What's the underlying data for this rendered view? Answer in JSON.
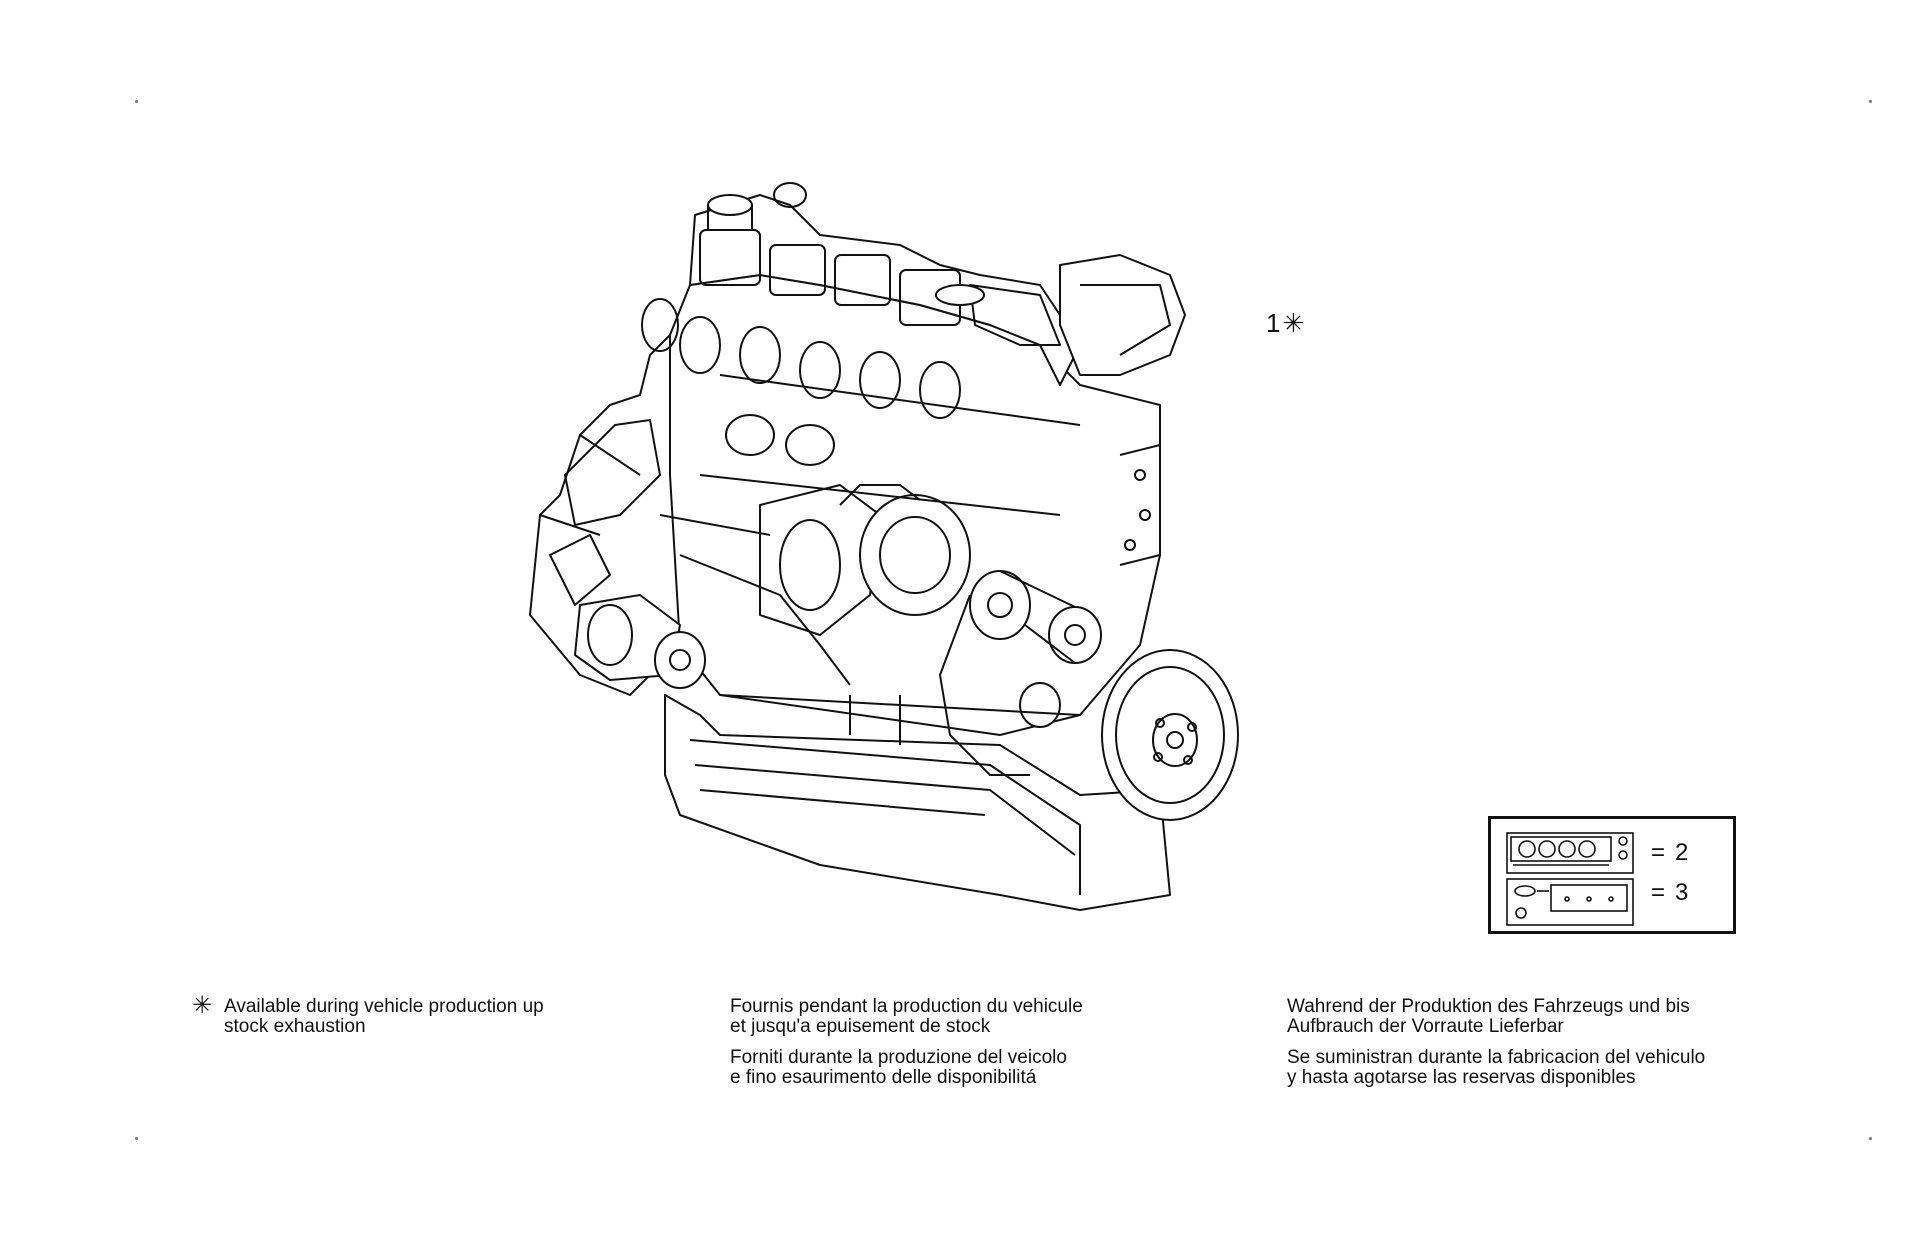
{
  "callout": {
    "number": "1",
    "mark": "✳"
  },
  "kit_legend": {
    "rows": [
      {
        "symbol": "head-gasket-kit-icon",
        "equals": "=",
        "value": "2"
      },
      {
        "symbol": "gasket-set-icon",
        "equals": "=",
        "value": "3"
      }
    ]
  },
  "notes": {
    "mark": "✳",
    "en": [
      "Available during vehicle production up",
      "stock exhaustion"
    ],
    "fr": [
      "Fournis pendant la production du vehicule",
      "et jusqu'a epuisement de stock"
    ],
    "it": [
      "Forniti durante la produzione del veicolo",
      "e fino esaurimento delle disponibilitá"
    ],
    "de": [
      "Wahrend der Produktion des Fahrzeugs und bis",
      "Aufbrauch der Vorraute Lieferbar"
    ],
    "es": [
      "Se suministran durante la fabricacion del vehiculo",
      "y hasta agotarse las reservas disponibles"
    ]
  }
}
